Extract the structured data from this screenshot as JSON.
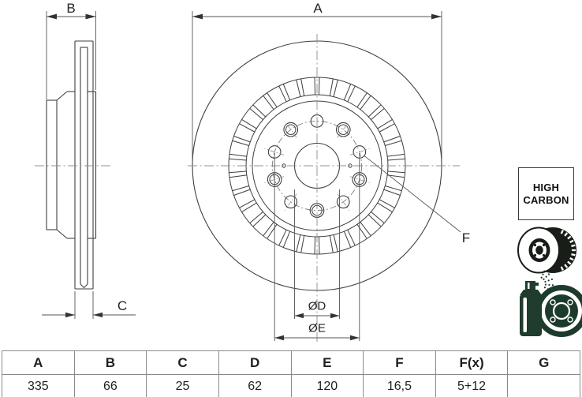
{
  "drawing": {
    "dim_a": "A",
    "dim_b": "B",
    "dim_c": "C",
    "dim_f": "F",
    "dia_d": "ØD",
    "dia_e": "ØE",
    "badge": {
      "line1": "HIGH",
      "line2": "CARBON"
    },
    "icons": {
      "disc": "vented-brake-disc-icon",
      "spray": "coating-spray-icon"
    },
    "colors": {
      "object_line": "#3f3f3f",
      "thin_line": "#5a5a5a",
      "centerline": "#909090",
      "icon_dark": "#181d18",
      "icon_green": "#203c2d"
    }
  },
  "table": {
    "headers": [
      "A",
      "B",
      "C",
      "D",
      "E",
      "F",
      "F(x)",
      "G"
    ],
    "values": [
      "335",
      "66",
      "25",
      "62",
      "120",
      "16,5",
      "5+12",
      ""
    ]
  }
}
